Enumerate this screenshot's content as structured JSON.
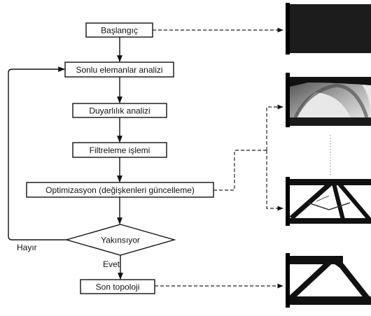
{
  "flow": {
    "start": "Başlangıç",
    "fea": "Sonlu elemanlar analizi",
    "sensitivity": "Duyarlılık analizi",
    "filter": "Filtreleme işlemi",
    "optimization": "Optimizasyon (değişkenleri güncelleme)",
    "converge": "Yakınsıyor",
    "no": "Hayır",
    "yes": "Evet",
    "final": "Son topoloji"
  }
}
